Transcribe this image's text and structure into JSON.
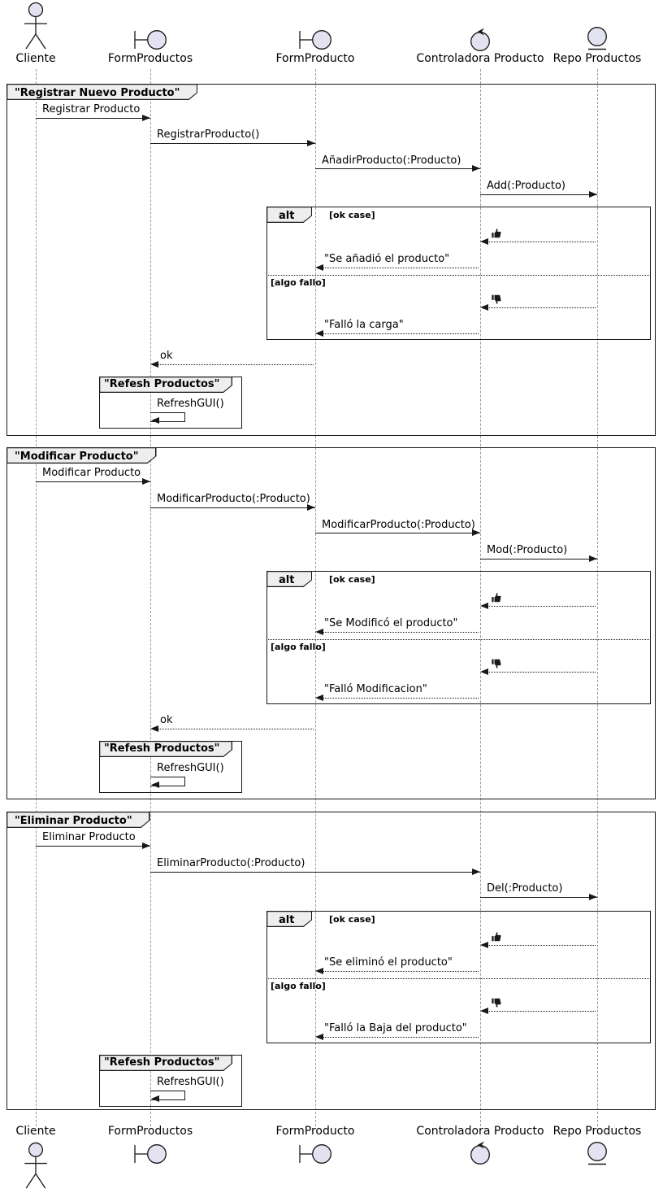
{
  "participants": [
    {
      "name": "Cliente",
      "icon": "actor"
    },
    {
      "name": "FormProductos",
      "icon": "boundary"
    },
    {
      "name": "FormProducto",
      "icon": "boundary"
    },
    {
      "name": "Controladora Producto",
      "icon": "control"
    },
    {
      "name": "Repo Productos",
      "icon": "entity"
    }
  ],
  "frames": [
    {
      "title": "\"Registrar Nuevo Producto\"",
      "messages": {
        "m1": "Registrar Producto",
        "m2": "RegistrarProducto()",
        "m3": "AñadirProducto(:Producto)",
        "m4": "Add(:Producto)",
        "return_ok": "ok"
      },
      "alt": {
        "operator": "alt",
        "guard_ok": "[ok case]",
        "ok_icon": "thumbs-up",
        "ok_reply": "\"Se añadió el producto\"",
        "guard_fail": "[algo fallo]",
        "fail_icon": "thumbs-down",
        "fail_reply": "\"Falló la carga\""
      },
      "sub": {
        "title": "\"Refesh Productos\"",
        "message": "RefreshGUI()"
      }
    },
    {
      "title": "\"Modificar Producto\"",
      "messages": {
        "m1": "Modificar Producto",
        "m2": "ModificarProducto(:Producto)",
        "m3": "ModificarProducto(:Producto)",
        "m4": "Mod(:Producto)",
        "return_ok": "ok"
      },
      "alt": {
        "operator": "alt",
        "guard_ok": "[ok case]",
        "ok_icon": "thumbs-up",
        "ok_reply": "\"Se Modificó el producto\"",
        "guard_fail": "[algo fallo]",
        "fail_icon": "thumbs-down",
        "fail_reply": "\"Falló Modificacion\""
      },
      "sub": {
        "title": "\"Refesh Productos\"",
        "message": "RefreshGUI()"
      }
    },
    {
      "title": "\"Eliminar Producto\"",
      "messages": {
        "m1": "Eliminar Producto",
        "m2": "EliminarProducto(:Producto)",
        "m3": "Del(:Producto)"
      },
      "alt": {
        "operator": "alt",
        "guard_ok": "[ok case]",
        "ok_icon": "thumbs-up",
        "ok_reply": "\"Se eliminó el producto\"",
        "guard_fail": "[algo fallo]",
        "fail_icon": "thumbs-down",
        "fail_reply": "\"Falló la Baja del producto\""
      },
      "sub": {
        "title": "\"Refesh Productos\"",
        "message": "RefreshGUI()"
      }
    }
  ],
  "colors": {
    "shape_fill": "#E2E2F0",
    "border": "#181818",
    "tab_fill": "#EEEEEE",
    "lifeline": "#999999"
  }
}
